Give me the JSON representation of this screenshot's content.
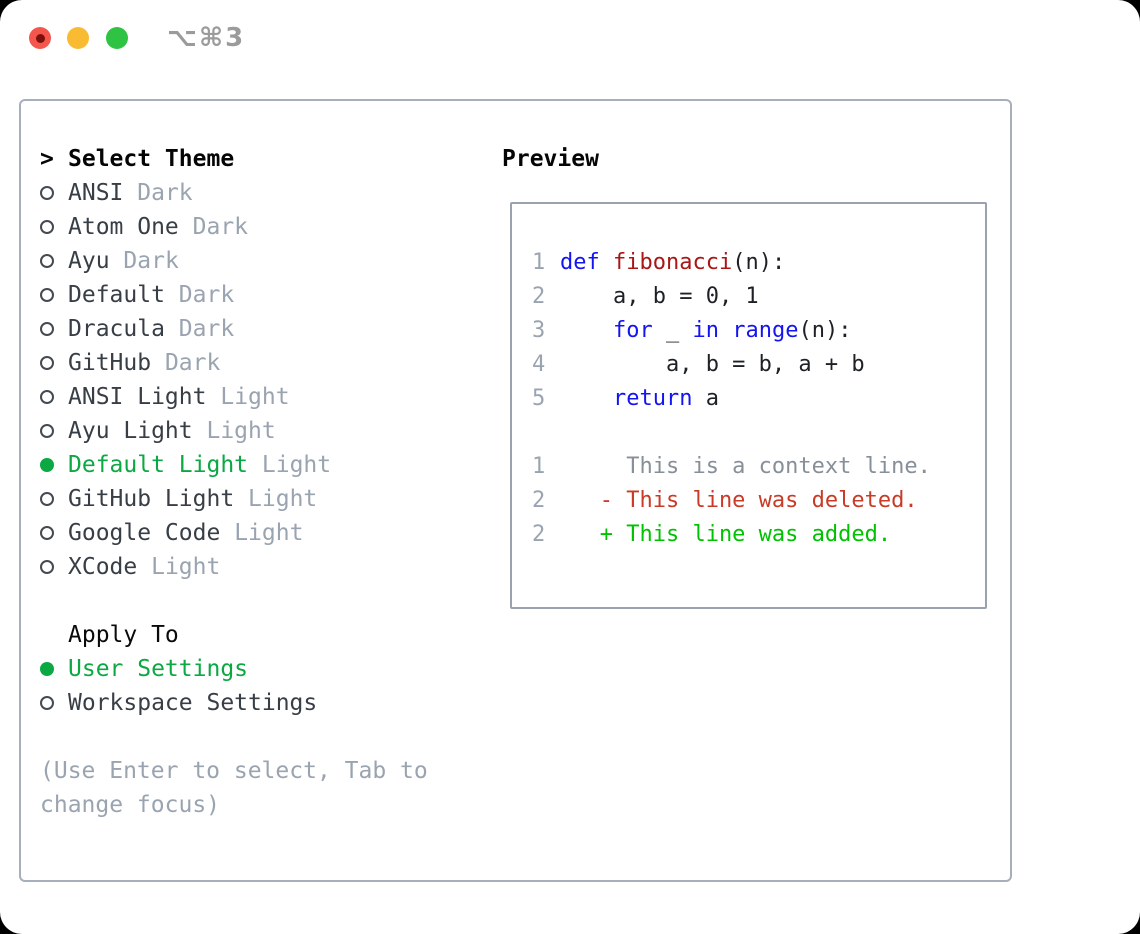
{
  "window": {
    "title": "⌥⌘3",
    "traffic_lights": [
      "close",
      "minimize",
      "zoom"
    ]
  },
  "colors": {
    "selection_green": "#0ca843",
    "added_green": "#00c200",
    "deleted_red": "#c93a27",
    "keyword_blue": "#1414f0",
    "function_red": "#a81616",
    "muted_gray": "#9aa4b0",
    "context_gray": "#878f98",
    "item_text": "#383e45",
    "panel_border": "#a7afba",
    "traffic_red": "#f4564e",
    "traffic_yellow": "#f9bb32",
    "traffic_green": "#2fc344"
  },
  "theme_panel": {
    "header_prefix": ">",
    "header": "Select Theme",
    "items": [
      {
        "name": "ANSI",
        "variant": "Dark",
        "selected": false
      },
      {
        "name": "Atom One",
        "variant": "Dark",
        "selected": false
      },
      {
        "name": "Ayu",
        "variant": "Dark",
        "selected": false
      },
      {
        "name": "Default",
        "variant": "Dark",
        "selected": false
      },
      {
        "name": "Dracula",
        "variant": "Dark",
        "selected": false
      },
      {
        "name": "GitHub",
        "variant": "Dark",
        "selected": false
      },
      {
        "name": "ANSI Light",
        "variant": "Light",
        "selected": false
      },
      {
        "name": "Ayu Light",
        "variant": "Light",
        "selected": false
      },
      {
        "name": "Default Light",
        "variant": "Light",
        "selected": true
      },
      {
        "name": "GitHub Light",
        "variant": "Light",
        "selected": false
      },
      {
        "name": "Google Code",
        "variant": "Light",
        "selected": false
      },
      {
        "name": "XCode",
        "variant": "Light",
        "selected": false
      }
    ],
    "apply_to": {
      "header": "Apply To",
      "options": [
        {
          "label": "User Settings",
          "selected": true
        },
        {
          "label": "Workspace Settings",
          "selected": false
        }
      ]
    },
    "help_lines": [
      "(Use Enter to select, Tab to",
      "change focus)"
    ]
  },
  "preview": {
    "header": "Preview",
    "lines": [
      {
        "num": "1",
        "tokens": [
          {
            "text": "def",
            "color": "keyword"
          },
          {
            "text": " "
          },
          {
            "text": "fibonacci",
            "color": "function"
          },
          {
            "text": "(n):"
          }
        ]
      },
      {
        "num": "2",
        "tokens": [
          {
            "text": "    a, b = 0, 1"
          }
        ]
      },
      {
        "num": "3",
        "tokens": [
          {
            "text": "    "
          },
          {
            "text": "for",
            "color": "keyword"
          },
          {
            "text": " _ "
          },
          {
            "text": "in",
            "color": "keyword"
          },
          {
            "text": " "
          },
          {
            "text": "range",
            "color": "keyword"
          },
          {
            "text": "(n):"
          }
        ]
      },
      {
        "num": "4",
        "tokens": [
          {
            "text": "        a, b = b, a + b"
          }
        ]
      },
      {
        "num": "5",
        "tokens": [
          {
            "text": "    "
          },
          {
            "text": "return",
            "color": "keyword"
          },
          {
            "text": " a"
          }
        ]
      },
      {
        "num": "",
        "tokens": []
      },
      {
        "num": "1",
        "tokens": [
          {
            "text": "     This is a context line.",
            "color": "context"
          }
        ]
      },
      {
        "num": "2",
        "tokens": [
          {
            "text": "   - This line was deleted.",
            "color": "deleted"
          }
        ]
      },
      {
        "num": "2",
        "tokens": [
          {
            "text": "   + This line was added.",
            "color": "added"
          }
        ]
      }
    ]
  }
}
